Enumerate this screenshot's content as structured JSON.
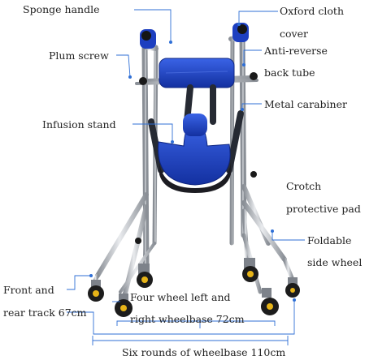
{
  "labels": {
    "sponge_handle": "Sponge handle",
    "oxford_cloth_line1": "Oxford cloth",
    "oxford_cloth_line2": "cover",
    "plum_screw": "Plum screw",
    "anti_reverse_line1": "Anti-reverse",
    "anti_reverse_line2": "back tube",
    "metal_carabiner": "Metal carabiner",
    "infusion_stand": "Infusion stand",
    "crotch_line1": "Crotch",
    "crotch_line2": "protective pad",
    "foldable_line1": "Foldable",
    "foldable_line2": "side wheel",
    "front_rear_line1": "Front and",
    "front_rear_line2": "rear track 67cm",
    "four_wheel_line1": "Four wheel left and",
    "four_wheel_line2": "right wheelbase 72cm",
    "six_rounds": "Six rounds of wheelbase 110cm"
  },
  "colors": {
    "frame": "#b8bcc2",
    "frame_dark": "#7d828a",
    "seat_blue": "#1f45c8",
    "seat_blue_dark": "#10298a",
    "strap": "#262a33",
    "leader_line": "#2f6fd6",
    "wheel_black": "#1c1c1c",
    "wheel_yellow": "#e7b418"
  }
}
